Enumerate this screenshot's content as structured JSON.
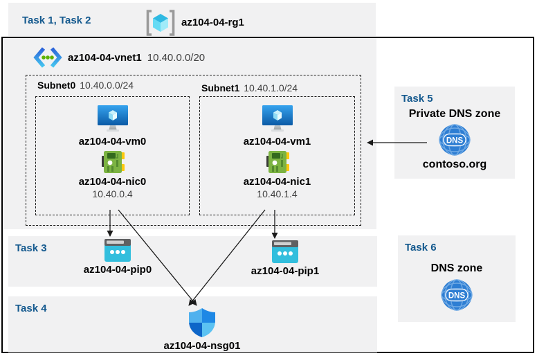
{
  "header": {
    "task_label": "Task 1, Task 2",
    "resource_group": "az104-04-rg1"
  },
  "vnet": {
    "name": "az104-04-vnet1",
    "cidr": "10.40.0.0/20",
    "subnets": [
      {
        "name": "Subnet0",
        "cidr": "10.40.0.0/24",
        "vm": "az104-04-vm0",
        "nic": "az104-04-nic0",
        "ip": "10.40.0.4"
      },
      {
        "name": "Subnet1",
        "cidr": "10.40.1.0/24",
        "vm": "az104-04-vm1",
        "nic": "az104-04-nic1",
        "ip": "10.40.1.4"
      }
    ]
  },
  "task3": {
    "label": "Task 3",
    "pip0": "az104-04-pip0",
    "pip1": "az104-04-pip1"
  },
  "task4": {
    "label": "Task 4",
    "nsg": "az104-04-nsg01"
  },
  "task5": {
    "label": "Task 5",
    "title": "Private DNS zone",
    "zone_name": "contoso.org",
    "dns_icon_text": "DNS"
  },
  "task6": {
    "label": "Task 6",
    "title": "DNS zone",
    "dns_icon_text": "DNS"
  },
  "colors": {
    "band_bg": "#f1f1f2",
    "task_label": "#14598e",
    "muted_text": "#404040",
    "arrow": "#1a1a1a",
    "dns_blue": "#2e7ed3",
    "pip_cyan": "#32bedd",
    "nic_green": "#7cb342",
    "vm_blue": "#1272c8",
    "vnet_chevron_top": "#2b62d9",
    "vnet_chevron_bottom": "#45c6ef"
  }
}
